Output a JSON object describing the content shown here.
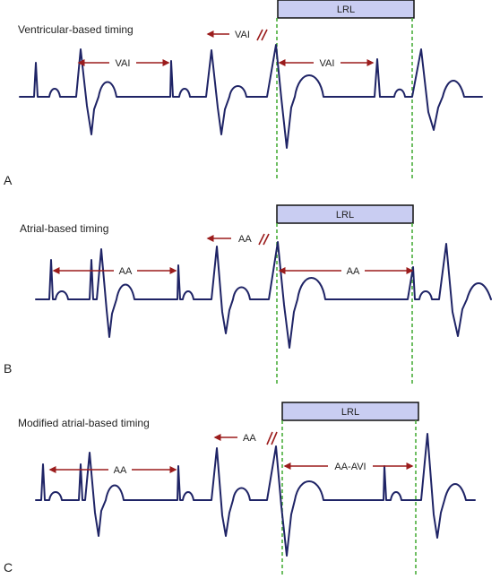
{
  "panels": [
    {
      "letter": "A",
      "title": "Ventricular-based timing",
      "lrl_label": "LRL",
      "retro_label": "VAI",
      "interval_left": "VAI",
      "interval_right": "VAI"
    },
    {
      "letter": "B",
      "title": "Atrial-based timing",
      "lrl_label": "LRL",
      "retro_label": "AA",
      "interval_left": "AA",
      "interval_right": "AA"
    },
    {
      "letter": "C",
      "title": "Modified atrial-based timing",
      "lrl_label": "LRL",
      "retro_label": "AA",
      "interval_left": "AA",
      "interval_right": "AA-AVI"
    }
  ],
  "colors": {
    "ecg": "#1f2466",
    "arrow": "#9b1c1c",
    "lrl_fill": "#c9cdf2",
    "dashed_line": "#4aae3b"
  }
}
